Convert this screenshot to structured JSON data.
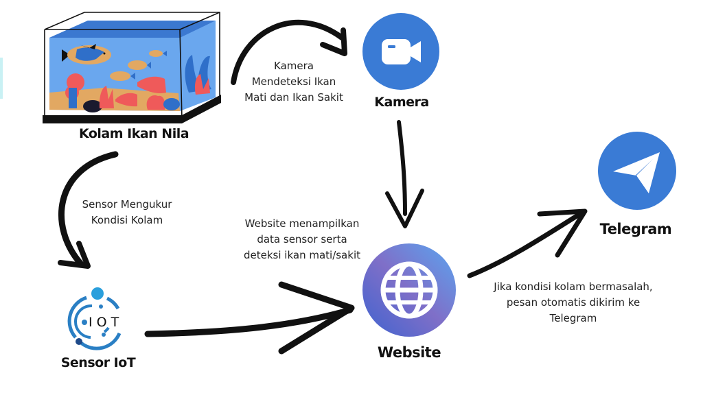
{
  "nodes": {
    "pond": {
      "label": "Kolam Ikan Nila",
      "icon": "aquarium-icon"
    },
    "camera": {
      "label": "Kamera",
      "icon": "video-camera-icon",
      "color": "#3a7bd5"
    },
    "sensor": {
      "label": "Sensor IoT",
      "icon": "iot-logo-icon",
      "logo_text": "I O T",
      "color": "#2a7fc4"
    },
    "website": {
      "label": "Website",
      "icon": "globe-icon",
      "gradient": [
        "#5aa6f0",
        "#7f6fc8",
        "#3f63cf"
      ]
    },
    "telegram": {
      "label": "Telegram",
      "icon": "telegram-icon",
      "color": "#3a7bd5"
    }
  },
  "edges": [
    {
      "from": "pond",
      "to": "camera",
      "caption_lines": [
        "Kamera",
        "Mendeteksi Ikan",
        "Mati dan Ikan Sakit"
      ]
    },
    {
      "from": "pond",
      "to": "sensor",
      "caption_lines": [
        "Sensor Mengukur",
        "Kondisi Kolam"
      ]
    },
    {
      "from": "camera",
      "to": "website",
      "caption_lines": []
    },
    {
      "from": "sensor",
      "to": "website",
      "caption_lines": [
        "Website menampilkan",
        "data sensor serta",
        "deteksi ikan mati/sakit"
      ]
    },
    {
      "from": "website",
      "to": "telegram",
      "caption_lines": [
        "Jika kondisi kolam bermasalah,",
        "pesan otomatis dikirim ke",
        "Telegram"
      ]
    }
  ],
  "colors": {
    "arrow": "#111111",
    "water": "#6aa7ee",
    "water_top": "#3b78d0",
    "sand": "#e2a862",
    "coral": "#ef5a5a"
  }
}
